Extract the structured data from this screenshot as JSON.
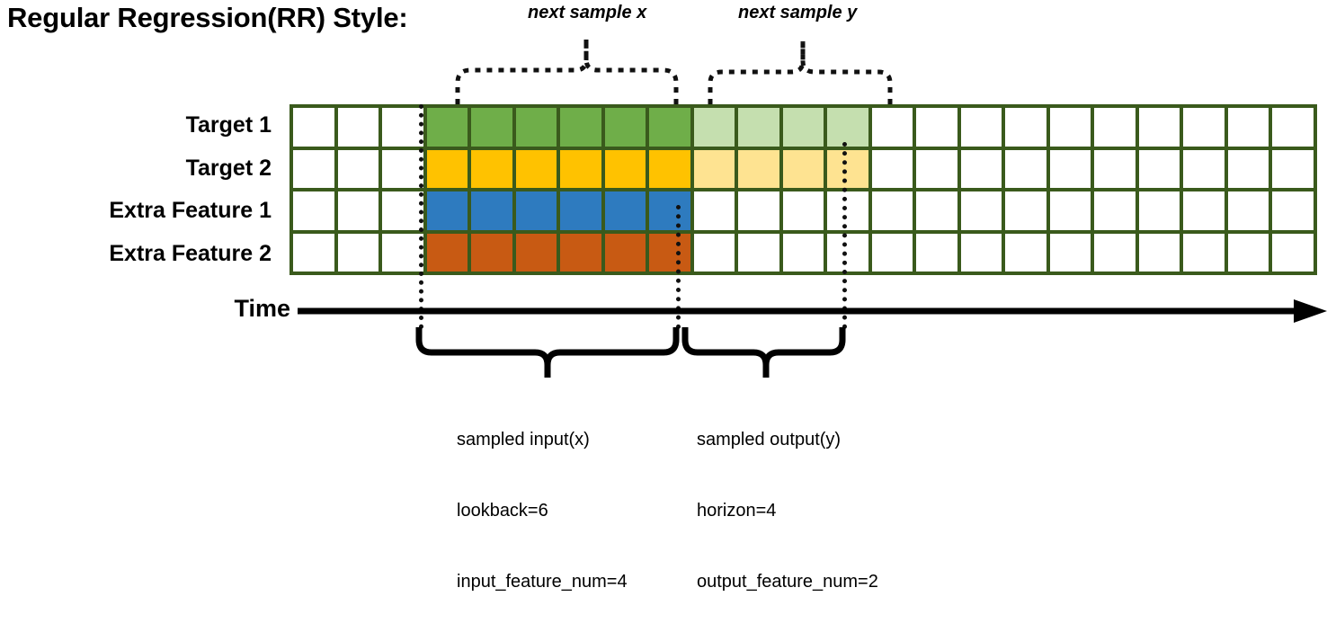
{
  "title": "Regular Regression(RR) Style:",
  "top_labels": {
    "next_x": "next sample x",
    "next_y": "next sample y"
  },
  "rows": [
    {
      "label": "Target 1",
      "name": "target-1"
    },
    {
      "label": "Target 2",
      "name": "target-2"
    },
    {
      "label": "Extra Feature 1",
      "name": "extra-feature-1"
    },
    {
      "label": "Extra Feature 2",
      "name": "extra-feature-2"
    }
  ],
  "grid": {
    "total_columns": 23,
    "leading_blank_columns": 3,
    "input_columns": 6,
    "output_columns": 4,
    "trailing_blank_columns": 10,
    "border_color": "#3A5A1C",
    "row_fills": [
      [
        "white",
        "white",
        "white",
        "green",
        "green",
        "green",
        "green",
        "green",
        "green",
        "green-l",
        "green-l",
        "green-l",
        "green-l",
        "white",
        "white",
        "white",
        "white",
        "white",
        "white",
        "white",
        "white",
        "white",
        "white"
      ],
      [
        "white",
        "white",
        "white",
        "amber",
        "amber",
        "amber",
        "amber",
        "amber",
        "amber",
        "amber-l",
        "amber-l",
        "amber-l",
        "amber-l",
        "white",
        "white",
        "white",
        "white",
        "white",
        "white",
        "white",
        "white",
        "white",
        "white"
      ],
      [
        "white",
        "white",
        "white",
        "blue",
        "blue",
        "blue",
        "blue",
        "blue",
        "blue",
        "white",
        "white",
        "white",
        "white",
        "white",
        "white",
        "white",
        "white",
        "white",
        "white",
        "white",
        "white",
        "white",
        "white"
      ],
      [
        "white",
        "white",
        "white",
        "orange",
        "orange",
        "orange",
        "orange",
        "orange",
        "orange",
        "white",
        "white",
        "white",
        "white",
        "white",
        "white",
        "white",
        "white",
        "white",
        "white",
        "white",
        "white",
        "white",
        "white"
      ]
    ]
  },
  "colors": {
    "green": "#6FAE49",
    "green_light": "#C5DFAF",
    "amber": "#FFC200",
    "amber_light": "#FEE391",
    "blue": "#2E7BBF",
    "orange": "#C85A13",
    "grid_border": "#3A5A1C",
    "ink": "#000000"
  },
  "time_axis": {
    "label": "Time"
  },
  "annotations": {
    "input": {
      "line1": "sampled input(x)",
      "line2": "lookback=6",
      "line3": "input_feature_num=4"
    },
    "output": {
      "line1": "sampled output(y)",
      "line2": "horizon=4",
      "line3": "output_feature_num=2"
    }
  }
}
